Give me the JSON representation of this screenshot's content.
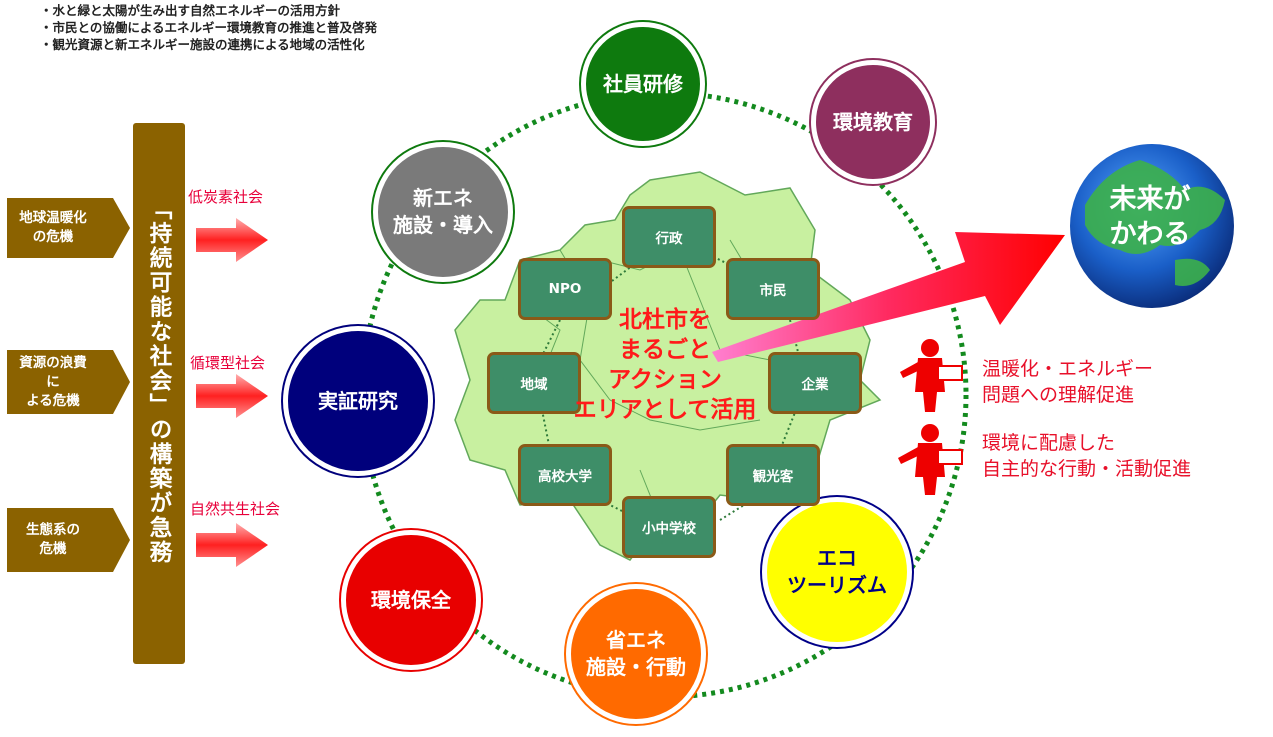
{
  "bullets": [
    "・水と緑と太陽が生み出す自然エネルギーの活用方針",
    "・市民との協働によるエネルギー環境教育の推進と普及啓発",
    "・観光資源と新エネルギー施設の連携による地域の活性化"
  ],
  "left_tags": [
    "地球温暖化の危機",
    "資源の浪費による危機",
    "生態系の危機"
  ],
  "left_tags_lines": [
    [
      "地球温暖化",
      "の危機"
    ],
    [
      "資源の浪費に",
      "よる危機"
    ],
    [
      "生態系の",
      "危機"
    ]
  ],
  "vertical_banner": "「持続可能な社会」の構築が急務",
  "societies": [
    "低炭素社会",
    "循環型社会",
    "自然共生社会"
  ],
  "circles": {
    "training": "社員研修",
    "education": "環境教育",
    "new_energy": [
      "新エネ",
      "施設・導入"
    ],
    "research": "実証研究",
    "conservation": "環境保全",
    "saving": [
      "省エネ",
      "施設・行動"
    ],
    "ecotourism": [
      "エコ",
      "ツーリズム"
    ]
  },
  "nodes": {
    "gov": "行政",
    "npo": "NPO",
    "citizens": "市民",
    "region": "地域",
    "companies": "企業",
    "highschool": "高校大学",
    "tourists": "観光客",
    "school": "小中学校"
  },
  "center_text": [
    "北杜市を",
    "まるごと",
    "アクション",
    "エリアとして活用"
  ],
  "earth_text": [
    "未来が",
    "かわる"
  ],
  "right_text_1": [
    "温暖化・エネルギー",
    "問題への理解促進"
  ],
  "right_text_2": [
    "環境に配慮した",
    "自主的な行動・活動促進"
  ],
  "colors": {
    "brown": "#8b6200",
    "society_red": "#e8003a",
    "green_dot": "#138a1e",
    "training": "#0e7a0e",
    "education": "#8e2f5e",
    "new_energy": "#7a7a7a",
    "research": "#00007c",
    "conservation": "#e80000",
    "saving": "#ff6a00",
    "ecotourism": "#ffff00",
    "node": "#3e8e68"
  }
}
